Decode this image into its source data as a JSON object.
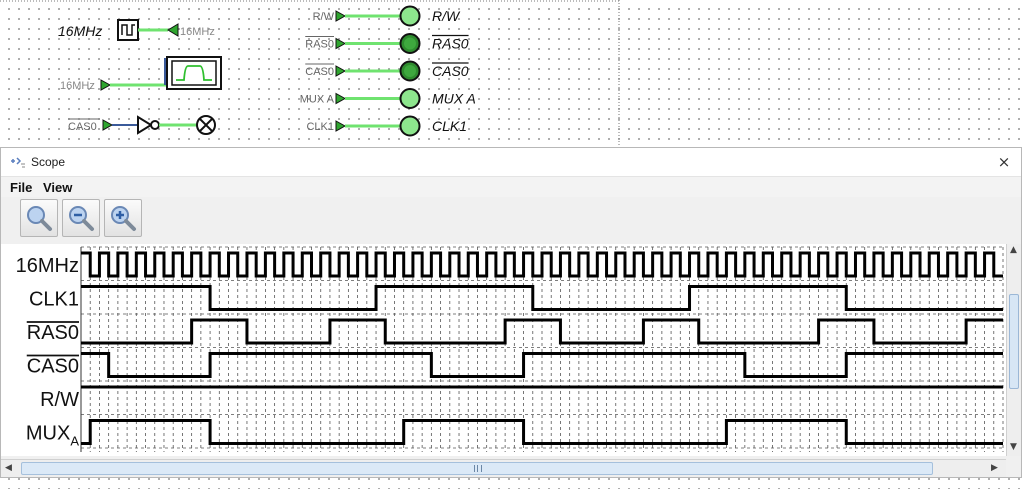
{
  "circuit": {
    "clock_label": "16MHz",
    "clock_out_tunnel": "16MHz",
    "scope_in_tunnel": "16MHz",
    "cas_in_tunnel": "CAS0",
    "inputs": [
      {
        "tunnel": "R/W",
        "led": "off",
        "out": "R/W",
        "overbar": false
      },
      {
        "tunnel": "RAS0",
        "led": "on",
        "out": "RAS0",
        "overbar": true
      },
      {
        "tunnel": "CAS0",
        "led": "on",
        "out": "CAS0",
        "overbar": true
      },
      {
        "tunnel": "MUX A",
        "led": "off",
        "out": "MUX  A",
        "overbar": false
      },
      {
        "tunnel": "CLK1",
        "led": "off",
        "out": "CLK1",
        "overbar": false
      }
    ]
  },
  "scope": {
    "title": "Scope",
    "menus": [
      "File",
      "View"
    ],
    "toolbar": [
      {
        "name": "zoom-icon"
      },
      {
        "name": "zoom-out-icon"
      },
      {
        "name": "zoom-in-icon"
      }
    ],
    "close_glyph": "×"
  },
  "chart_data": {
    "type": "timing-diagram",
    "time_unit": "16MHz clock periods",
    "time_range": [
      0,
      50
    ],
    "signals": [
      {
        "name": "16MHz",
        "overbar": false,
        "initial": 1,
        "clock_period": 1,
        "transitions": []
      },
      {
        "name": "CLK1",
        "overbar": false,
        "initial": 1,
        "transitions": [
          7,
          16,
          24.5,
          33,
          41.5
        ]
      },
      {
        "name": "RAS0",
        "overbar": true,
        "initial": 0,
        "transitions": [
          6,
          9,
          13.5,
          16.5,
          23,
          26,
          30.5,
          33.5,
          40,
          43,
          48
        ]
      },
      {
        "name": "CAS0",
        "overbar": true,
        "initial": 1,
        "transitions": [
          1.5,
          7,
          19,
          24,
          36,
          41.5
        ]
      },
      {
        "name": "R/W",
        "overbar": false,
        "initial": 1,
        "transitions": []
      },
      {
        "name": "MUX",
        "subscript": "A",
        "overbar": false,
        "initial": 0,
        "transitions": [
          0.5,
          7,
          17.5,
          24,
          35,
          41.5
        ]
      }
    ]
  }
}
